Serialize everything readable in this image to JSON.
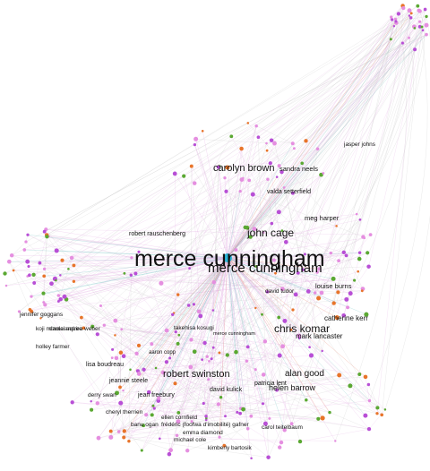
{
  "colors": {
    "edge_gray": "#c8c8c8",
    "edge_pink": "#e6b3e6",
    "edge_red": "#e8846b",
    "edge_teal": "#7fc8c8",
    "node_purple": "#b84fd6",
    "node_pink": "#e58fe0",
    "node_green": "#5aa832",
    "node_orange": "#e8742a",
    "node_hub": "#2ab4d6"
  },
  "labels": [
    {
      "text": "merce cunningham",
      "tier": "xl"
    },
    {
      "text": "merce cunningham",
      "tier": "l"
    },
    {
      "text": "carolyn brown",
      "tier": "m"
    },
    {
      "text": "john cage",
      "tier": "m"
    },
    {
      "text": "chris komar",
      "tier": "m"
    },
    {
      "text": "robert swinston",
      "tier": "m"
    },
    {
      "text": "alan good",
      "tier": "ms"
    },
    {
      "text": "helen barrow",
      "tier": "ms"
    },
    {
      "text": "catherine kerr",
      "tier": "s"
    },
    {
      "text": "mark lancaster",
      "tier": "s"
    },
    {
      "text": "louise burns",
      "tier": "s"
    },
    {
      "text": "meg harper",
      "tier": "s"
    },
    {
      "text": "sandra neels",
      "tier": "s"
    },
    {
      "text": "valda setterfield",
      "tier": "xs"
    },
    {
      "text": "jasper johns",
      "tier": "xs"
    },
    {
      "text": "robert rauschenberg",
      "tier": "xs"
    },
    {
      "text": "david tudor",
      "tier": "xs"
    },
    {
      "text": "takehisa kosugi",
      "tier": "xs"
    },
    {
      "text": "merce cunningham",
      "tier": "xxs"
    },
    {
      "text": "aaron copp",
      "tier": "xs"
    },
    {
      "text": "jennifer goggans",
      "tier": "xs"
    },
    {
      "text": "koji mizuta",
      "tier": "xs"
    },
    {
      "text": "daniel squire",
      "tier": "xs"
    },
    {
      "text": "andrea weber",
      "tier": "xs"
    },
    {
      "text": "holley farmer",
      "tier": "xs"
    },
    {
      "text": "lisa boudreau",
      "tier": "xs"
    },
    {
      "text": "jeannie steele",
      "tier": "xs"
    },
    {
      "text": "derry swan",
      "tier": "xs"
    },
    {
      "text": "jean freebury",
      "tier": "xs"
    },
    {
      "text": "david kulick",
      "tier": "xs"
    },
    {
      "text": "patricia lent",
      "tier": "xs"
    },
    {
      "text": "cheryl therrien",
      "tier": "xs"
    },
    {
      "text": "ellen cornfield",
      "tier": "xs"
    },
    {
      "text": "banu ogan",
      "tier": "xs"
    },
    {
      "text": "frédéric (foofwa d'imobilité) gafner",
      "tier": "xs"
    },
    {
      "text": "carol teitelbaum",
      "tier": "xs"
    },
    {
      "text": "emma diamond",
      "tier": "xs"
    },
    {
      "text": "michael cole",
      "tier": "xs"
    },
    {
      "text": "kimberly bartosik",
      "tier": "xs"
    }
  ]
}
